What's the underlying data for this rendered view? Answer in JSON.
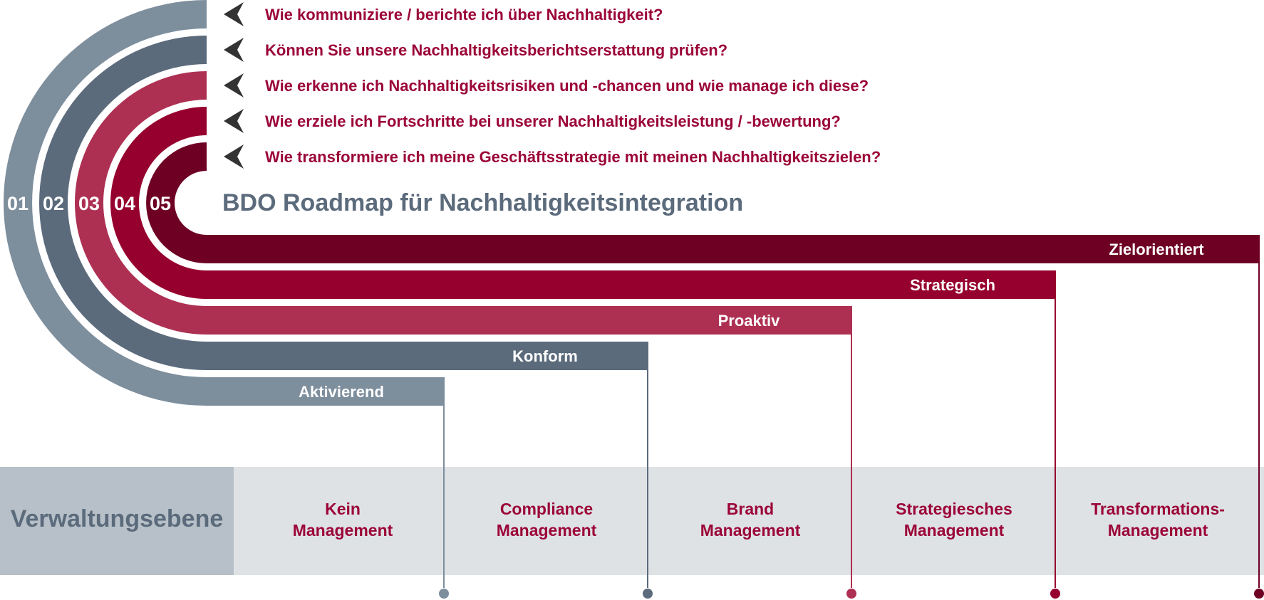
{
  "title": "BDO Roadmap für Nachhaltigkeitsintegration",
  "colors": {
    "level1": "#7d8e9d",
    "level2": "#5b6b7c",
    "level3": "#ad3052",
    "level4": "#96002e",
    "level5": "#6e0024",
    "question_text": "#9b0537",
    "arrow": "#333333",
    "band_header": "#b7c0c8",
    "band_body": "#dfe2e5"
  },
  "levels": [
    {
      "number": "01",
      "stage": "Aktivierend",
      "question": "Wie kommuniziere / berichte ich über Nachhaltigkeit?",
      "management": [
        "Kein",
        "Management"
      ]
    },
    {
      "number": "02",
      "stage": "Konform",
      "question": "Können Sie unsere Nachhaltigkeitsberichtserstattung prüfen?",
      "management": [
        "Compliance",
        "Management"
      ]
    },
    {
      "number": "03",
      "stage": "Proaktiv",
      "question": "Wie erkenne ich Nachhaltigkeitsrisiken und -chancen und wie manage ich diese?",
      "management": [
        "Brand",
        "Management"
      ]
    },
    {
      "number": "04",
      "stage": "Strategisch",
      "question": "Wie erziele ich Fortschritte bei unserer Nachhaltigkeitsleistung / -bewertung?",
      "management": [
        "Strategiesches",
        "Management"
      ]
    },
    {
      "number": "05",
      "stage": "Zielorientiert",
      "question": "Wie transformiere ich meine Geschäftsstrategie mit meinen Nachhaltigkeitszielen?",
      "management": [
        "Transformations-",
        "Management"
      ]
    }
  ],
  "management_band": {
    "header": "Verwaltungsebene"
  }
}
